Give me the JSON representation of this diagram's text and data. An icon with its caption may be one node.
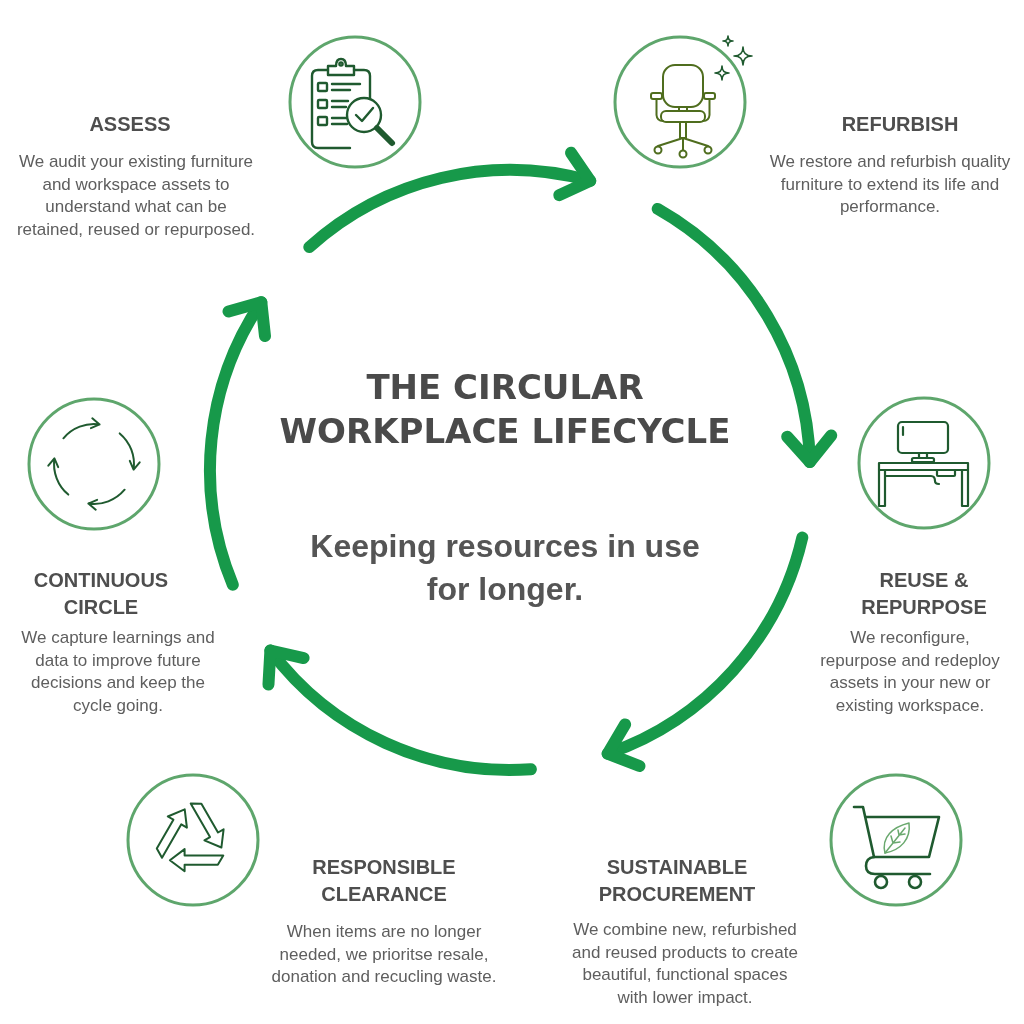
{
  "diagram": {
    "title": "THE CIRCULAR WORKPLACE LIFECYCLE",
    "nodes": [
      {
        "text": [
          "ASSESS",
          "We audit your existing furniture and workspace assets to understand what can be retained, reused or repurposed."
        ]
      },
      {
        "text": [
          "REFURBISH",
          "We restore and refurbish quality furniture to extend its life and performance."
        ]
      },
      {
        "text": [
          "REUSE & REPURPOSE",
          "We reconfigure, repurpose and redeploy assets in your new or existing workspace."
        ]
      },
      {
        "text": [
          "SUSTAINABLE PROCUREMENT",
          "We combine new, refurbished and reused products to create beautiful, functional spaces with lower impact."
        ]
      },
      {
        "text": [
          "RESPONSIBLE CLEARANCE",
          "When items are no longer needed, we prioritse resale, donation and recucling waste."
        ]
      },
      {
        "text": [
          "CONTINUOUS CIRCLE",
          "We capture learnings and data to improve future decisions and keep the cycle going."
        ]
      }
    ],
    "edges": [
      {
        "from": 0,
        "to": 1,
        "arrow": "to"
      },
      {
        "from": 1,
        "to": 2,
        "arrow": "to"
      },
      {
        "from": 2,
        "to": 3,
        "arrow": "to"
      },
      {
        "from": null,
        "to": 5,
        "arrow": "to"
      },
      {
        "from": 5,
        "to": 0,
        "arrow": "to"
      }
    ],
    "labels": [
      "Keeping resources in use for longer."
    ]
  }
}
